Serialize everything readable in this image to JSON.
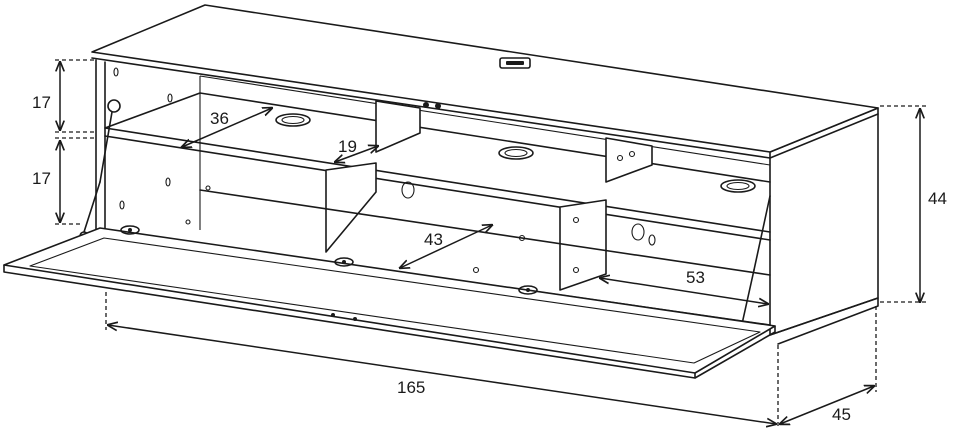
{
  "dimensions": {
    "total_width": "165",
    "depth": "45",
    "height": "44",
    "upper_compartment_height": "17",
    "lower_compartment_height": "17",
    "upper_shelf_depth": "36",
    "middle_shelf_depth": "19",
    "center_bottom_depth": "43",
    "right_bottom_depth": "53"
  },
  "colors": {
    "line": "#1a1a1a",
    "background": "#ffffff"
  }
}
